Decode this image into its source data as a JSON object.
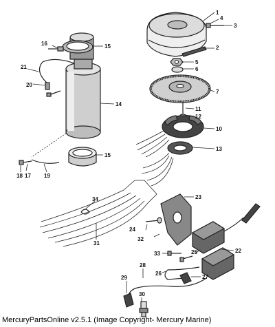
{
  "caption": "MercuryPartsOnline v2.5.1 (Image Copyright- Mercury Marine)",
  "callouts": {
    "c1": "1",
    "c2": "2",
    "c3": "3",
    "c4": "4",
    "c5": "5",
    "c6": "6",
    "c7": "7",
    "c10": "10",
    "c11": "11",
    "c12": "12",
    "c13": "13",
    "c14": "14",
    "c15a": "15",
    "c15b": "15",
    "c16": "16",
    "c17": "17",
    "c18": "18",
    "c19": "19",
    "c20": "20",
    "c21": "21",
    "c22": "22",
    "c23": "23",
    "c24": "24",
    "c25": "25",
    "c26": "26",
    "c27": "27",
    "c28": "28",
    "c29": "29",
    "c30": "30",
    "c31": "31",
    "c32": "32",
    "c33": "33",
    "c34": "34"
  }
}
